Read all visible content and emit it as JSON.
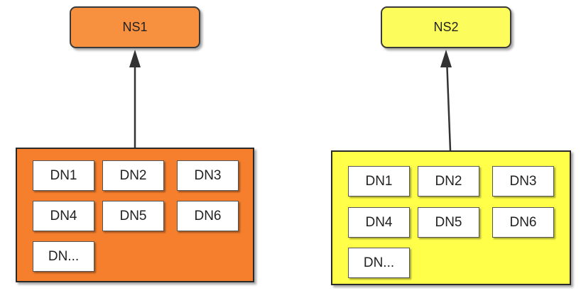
{
  "colors": {
    "cluster1_fill": "#f57f2d",
    "ns1_fill": "#f7903f",
    "cluster2_fill": "#ffff4a",
    "ns2_fill": "#fcfc5c",
    "arrow": "#333333"
  },
  "clusters": [
    {
      "namenode": {
        "label": "NS1"
      },
      "datanodes": [
        {
          "label": "DN1"
        },
        {
          "label": "DN2"
        },
        {
          "label": "DN3"
        },
        {
          "label": "DN4"
        },
        {
          "label": "DN5"
        },
        {
          "label": "DN6"
        },
        {
          "label": "DN..."
        }
      ]
    },
    {
      "namenode": {
        "label": "NS2"
      },
      "datanodes": [
        {
          "label": "DN1"
        },
        {
          "label": "DN2"
        },
        {
          "label": "DN3"
        },
        {
          "label": "DN4"
        },
        {
          "label": "DN5"
        },
        {
          "label": "DN6"
        },
        {
          "label": "DN..."
        }
      ]
    }
  ]
}
